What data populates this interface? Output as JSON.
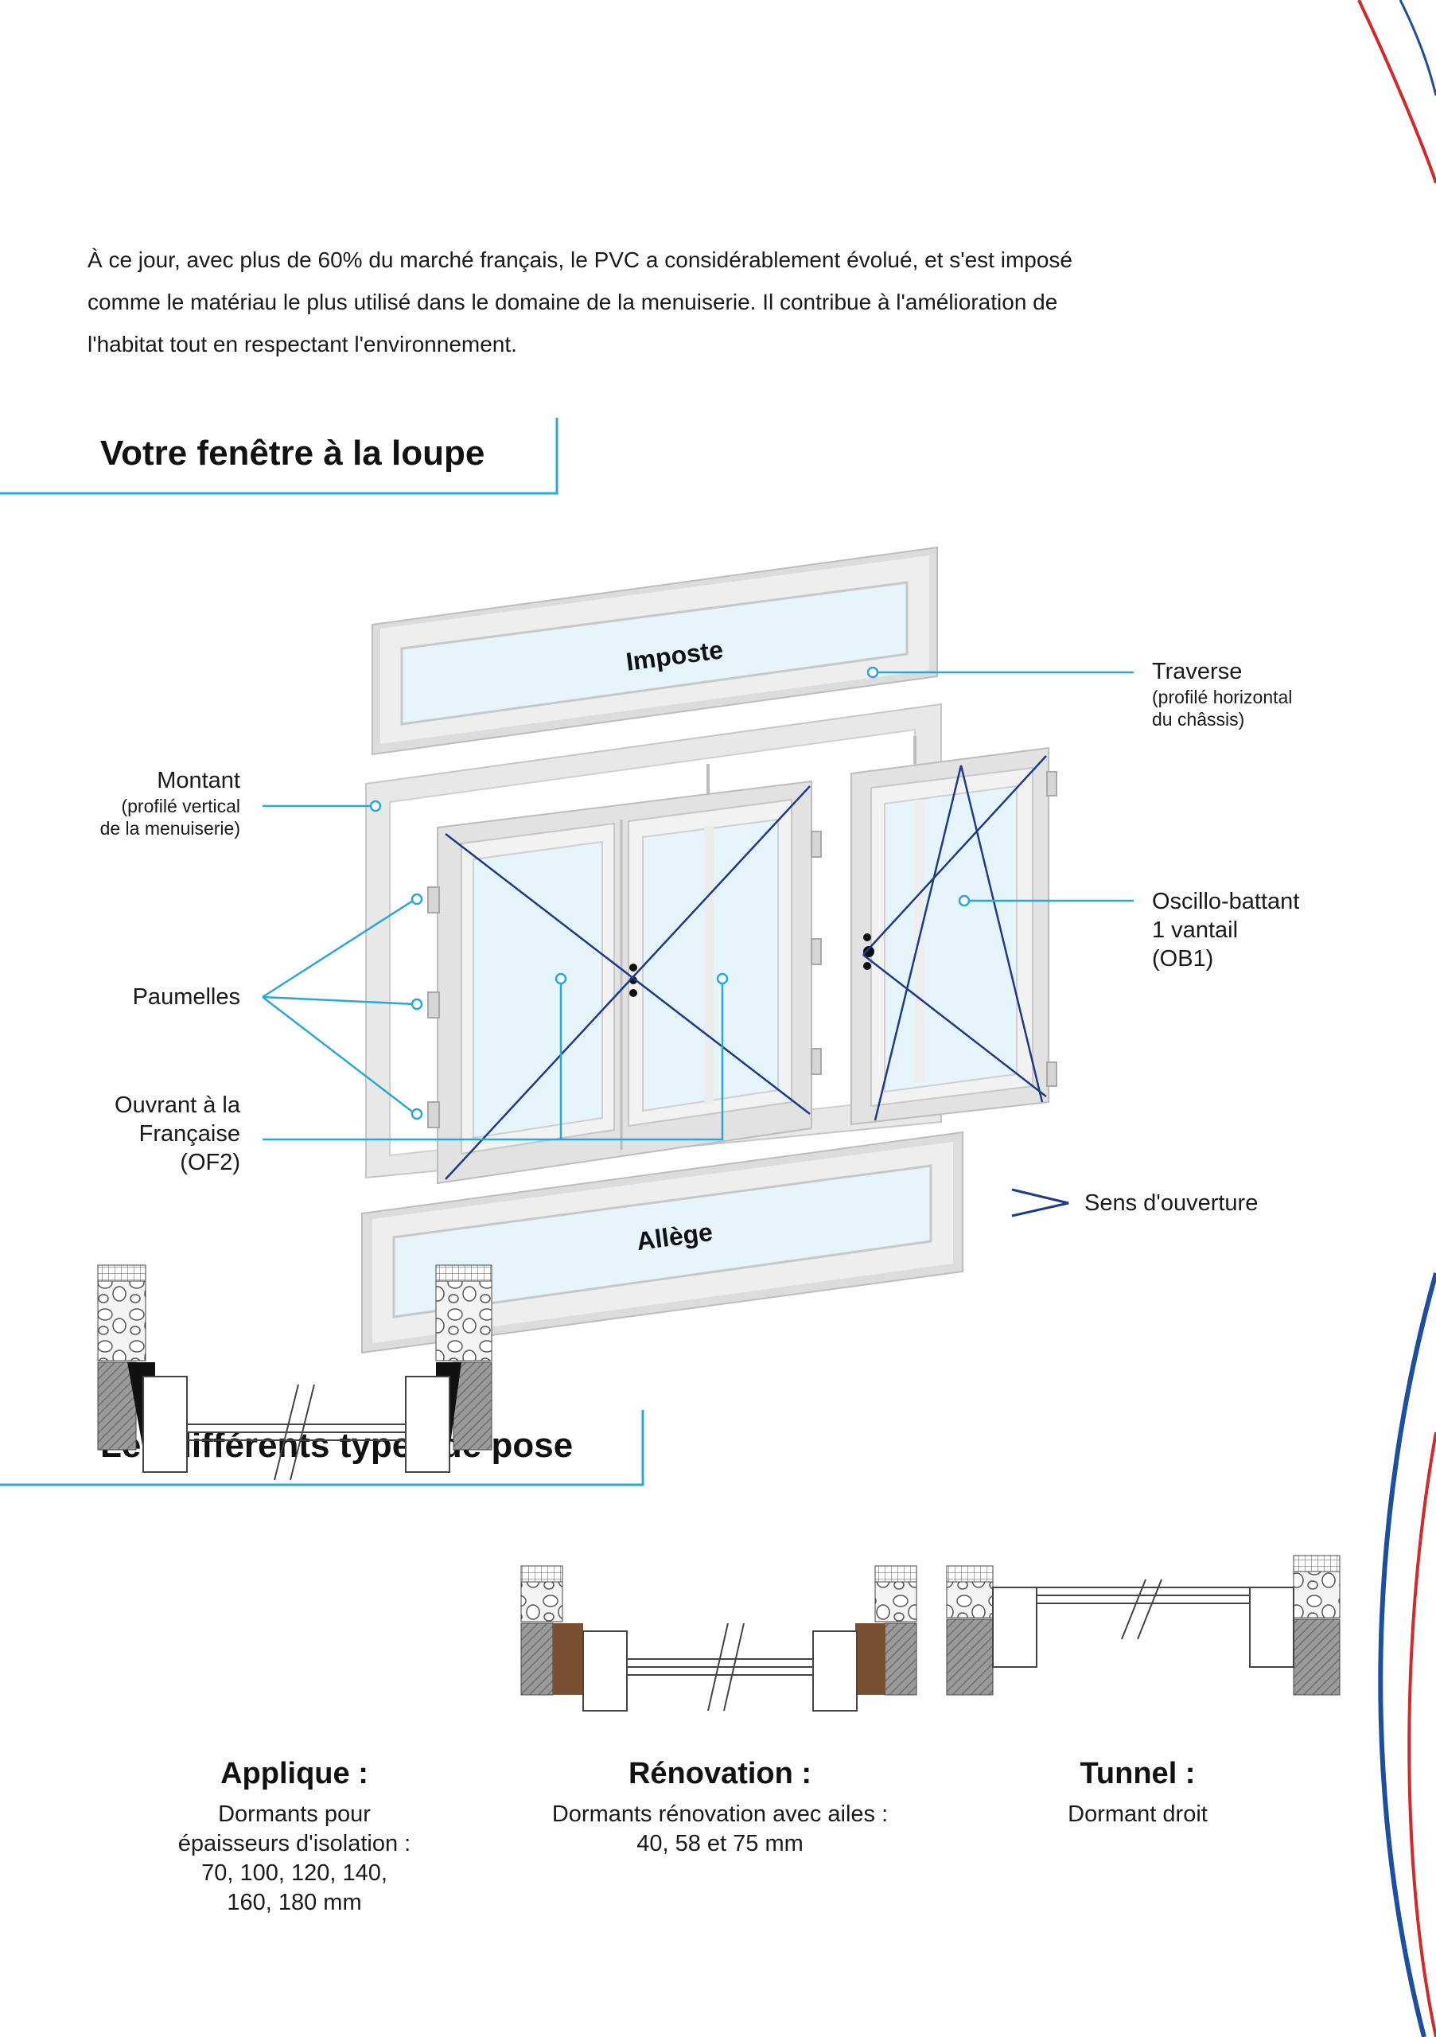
{
  "intro": {
    "line1": "À ce jour, avec plus de 60% du marché français, le PVC a considérablement évolué, et s'est imposé",
    "line2": "comme le matériau le plus utilisé dans le domaine de la menuiserie. Il contribue à l'amélioration de",
    "line3": "l'habitat tout en respectant l'environnement."
  },
  "section1": {
    "title": "Votre fenêtre à la loupe"
  },
  "section2": {
    "title": "Les différents types de pose"
  },
  "diagram": {
    "imposte": "Imposte",
    "allege": "Allège",
    "traverse": {
      "title": "Traverse",
      "sub1": "(profilé horizontal",
      "sub2": "du châssis)"
    },
    "montant": {
      "title": "Montant",
      "sub1": "(profilé vertical",
      "sub2": "de la menuiserie)"
    },
    "paumelles": "Paumelles",
    "ouvrant": {
      "line1": "Ouvrant à la",
      "line2": "Française",
      "line3": "(OF2)"
    },
    "oscillo": {
      "line1": "Oscillo-battant",
      "line2": "1 vantail",
      "line3": "(OB1)"
    },
    "sens": "Sens d'ouverture"
  },
  "poses": [
    {
      "title": "Applique :",
      "desc": [
        "Dormants pour",
        "épaisseurs d'isolation :",
        "70, 100, 120, 140,",
        "160, 180 mm"
      ]
    },
    {
      "title": "Rénovation :",
      "desc": [
        "Dormants rénovation avec ailes :",
        "40, 58 et 75 mm"
      ]
    },
    {
      "title": "Tunnel :",
      "desc": [
        "Dormant droit"
      ]
    }
  ],
  "colors": {
    "accent_blue": "#29a8d8",
    "navy": "#1e3a8a",
    "flag_red": "#d62828",
    "flag_blue": "#1d4fa0",
    "glass": "#e6f4fb",
    "frame": "#e4e4e4"
  }
}
